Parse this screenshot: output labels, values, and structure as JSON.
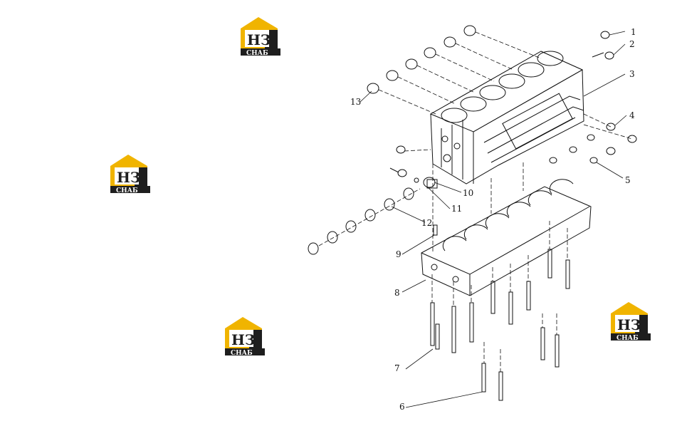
{
  "logo": {
    "text_main": "НЗ",
    "text_sub": "СНАБ",
    "accent": "#f0b400",
    "dark": "#1e1e1e"
  },
  "callouts": [
    "1",
    "2",
    "3",
    "4",
    "5",
    "6",
    "7",
    "8",
    "9",
    "10",
    "11",
    "12",
    "13"
  ]
}
